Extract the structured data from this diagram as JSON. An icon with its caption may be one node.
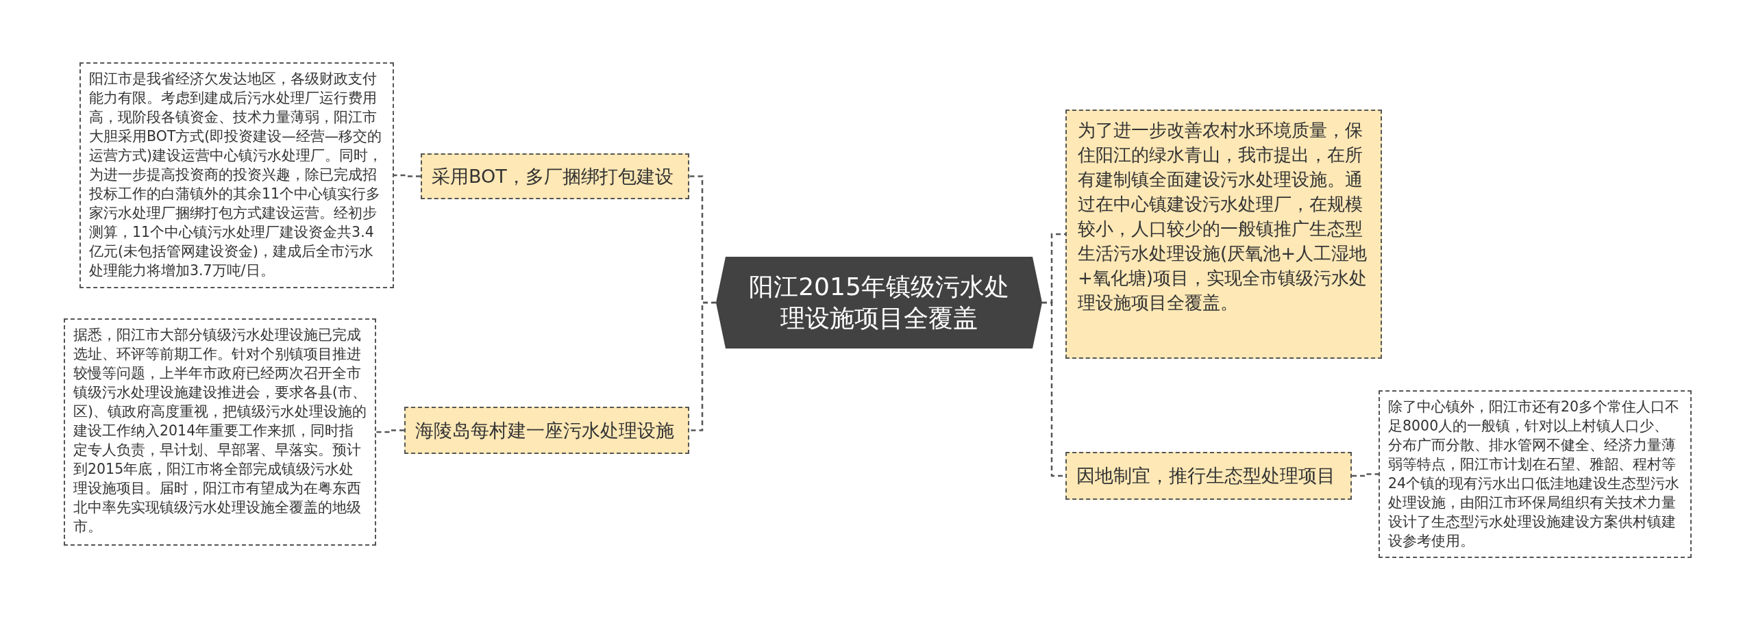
{
  "diagram": {
    "nodes": [
      {
        "text": [
          "阳江2015年镇级污水处理设施项目全覆盖"
        ]
      },
      {
        "text": [
          "采用BOT，多厂捆绑打包建设"
        ]
      },
      {
        "text": [
          "阳江市是我省经济欠发达地区，各级财政支付能力有限。考虑到建成后污水处理厂运行费用高，现阶段各镇资金、技术力量薄弱，阳江市大胆采用BOT方式(即投资建设—经营—移交的运营方式)建设运营中心镇污水处理厂。同时，为进一步提高投资商的投资兴趣，除已完成招投标工作的白蒲镇外的其余11个中心镇实行多家污水处理厂捆绑打包方式建设运营。经初步测算，11个中心镇污水处理厂建设资金共3.4亿元(未包括管网建设资金)，建成后全市污水处理能力将增加3.7万吨/日。"
        ]
      },
      {
        "text": [
          "海陵岛每村建一座污水处理设施"
        ]
      },
      {
        "text": [
          "据悉，阳江市大部分镇级污水处理设施已完成选址、环评等前期工作。针对个别镇项目推进较慢等问题，上半年市政府已经两次召开全市镇级污水处理设施建设推进会，要求各县(市、区)、镇政府高度重视，把镇级污水处理设施的建设工作纳入2014年重要工作来抓，同时指定专人负责，早计划、早部署、早落实。预计到2015年底，阳江市将全部完成镇级污水处理设施项目。届时，阳江市有望成为在粤东西北中率先实现镇级污水处理设施全覆盖的地级市。"
        ]
      },
      {
        "text": [
          "为了进一步改善农村水环境质量，保住阳江的绿水青山，我市提出，在所有建制镇全面建设污水处理设施。通过在中心镇建设污水处理厂，在规模较小，人口较少的一般镇推广生态型生活污水处理设施(厌氧池+人工湿地+氧化塘)项目，实现全市镇级污水处理设施项目全覆盖。"
        ]
      },
      {
        "text": [
          "因地制宜，推行生态型处理项目"
        ]
      },
      {
        "text": [
          "除了中心镇外，阳江市还有20多个常住人口不足8000人的一般镇，针对以上村镇人口少、分布广而分散、排水管网不健全、经济力量薄弱等特点，阳江市计划在石望、雅韶、程村等24个镇的现有污水出口低洼地建设生态型污水处理设施，由阳江市环保局组织有关技术力量设计了生态型污水处理设施建设方案供村镇建设参考使用。"
        ]
      }
    ],
    "edges": [
      {
        "from": 0,
        "to": 1,
        "arrow": "none"
      },
      {
        "from": 0,
        "to": 3,
        "arrow": "none"
      },
      {
        "from": 1,
        "to": 2,
        "arrow": "none"
      },
      {
        "from": 3,
        "to": 4,
        "arrow": "none"
      },
      {
        "from": 0,
        "to": 5,
        "arrow": "none"
      },
      {
        "from": 0,
        "to": 6,
        "arrow": "none"
      },
      {
        "from": 6,
        "to": 7,
        "arrow": "none"
      }
    ]
  }
}
